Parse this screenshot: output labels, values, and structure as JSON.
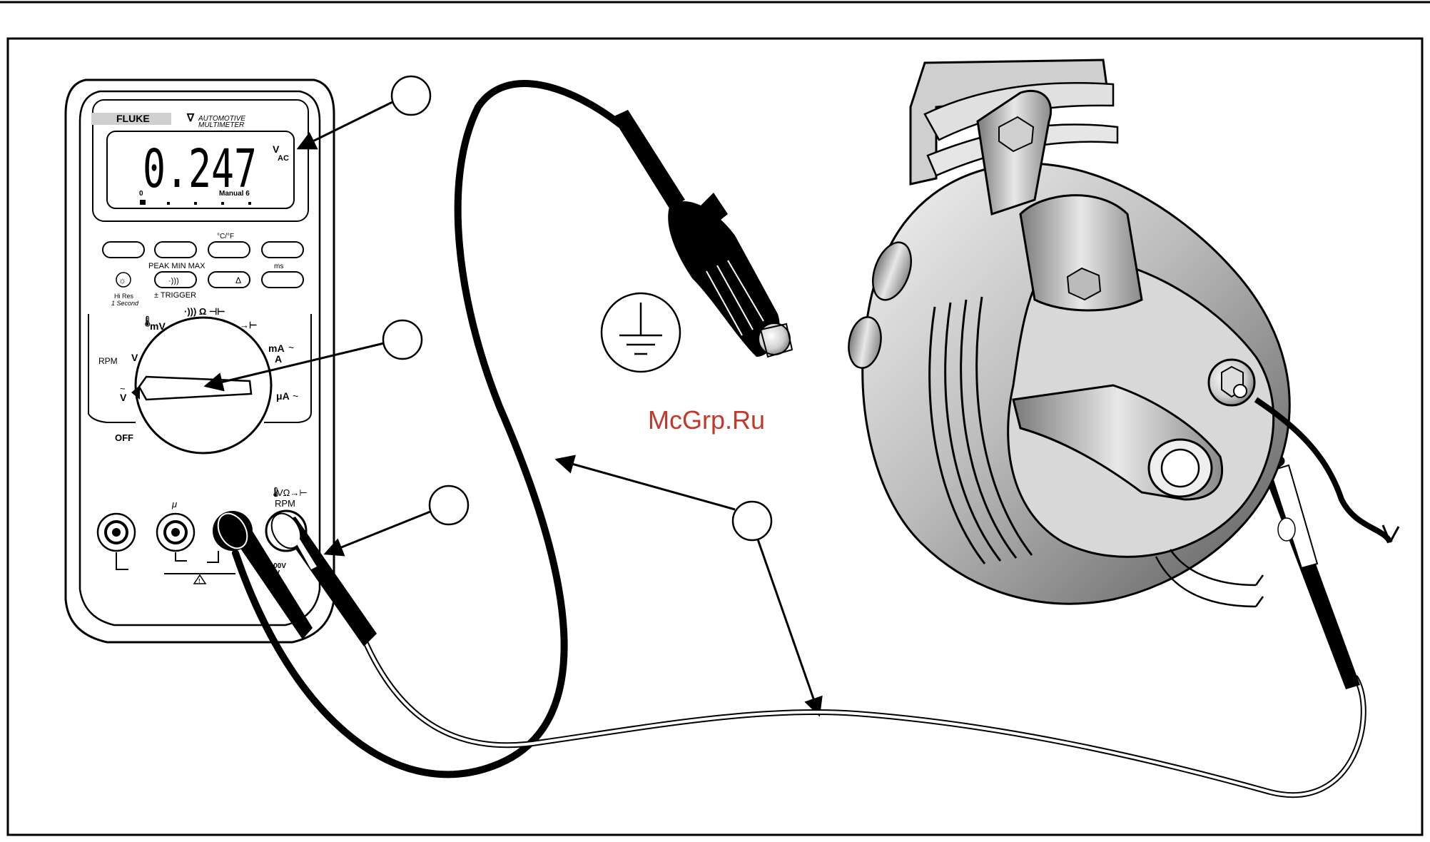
{
  "meter": {
    "brand": "FLUKE",
    "model_line1": "AUTOMOTIVE",
    "model_line2": "MULTIMETER",
    "reading": "0.247",
    "unit_main": "V",
    "unit_sub": "AC",
    "bargraph_zero": "0",
    "range_mode": "Manual 6",
    "labels": {
      "temp_unit": "°C/°F",
      "peak_min_max": "PEAK MIN MAX",
      "ms": "ms",
      "hi_res": "Hi Res",
      "one_second": "1 Second",
      "trigger": "± TRIGGER",
      "delta": "Δ",
      "continuity_ohm_cap": "·))) Ω ⊣⊢",
      "diode": "→⊢",
      "temp_mv": "mV",
      "rpm": "RPM",
      "dc_v": "V",
      "ac_v": "V",
      "ma_a_top": "mA",
      "ma_a_bottom": "A",
      "ua": "μA",
      "off": "OFF",
      "tilde": "~",
      "mu": "μ",
      "input_label_top": "VΩ→⊢",
      "input_label_bottom": "RPM",
      "volt_rating_1": "1000V",
      "volt_rating_2": "0V"
    }
  },
  "watermark": "McGrp.Ru",
  "colors": {
    "watermark": "#c0392b",
    "line": "#000000",
    "meter_fill": "#ffffff",
    "engine_shade_light": "#e6e6e6",
    "engine_shade_dark": "#555555"
  }
}
